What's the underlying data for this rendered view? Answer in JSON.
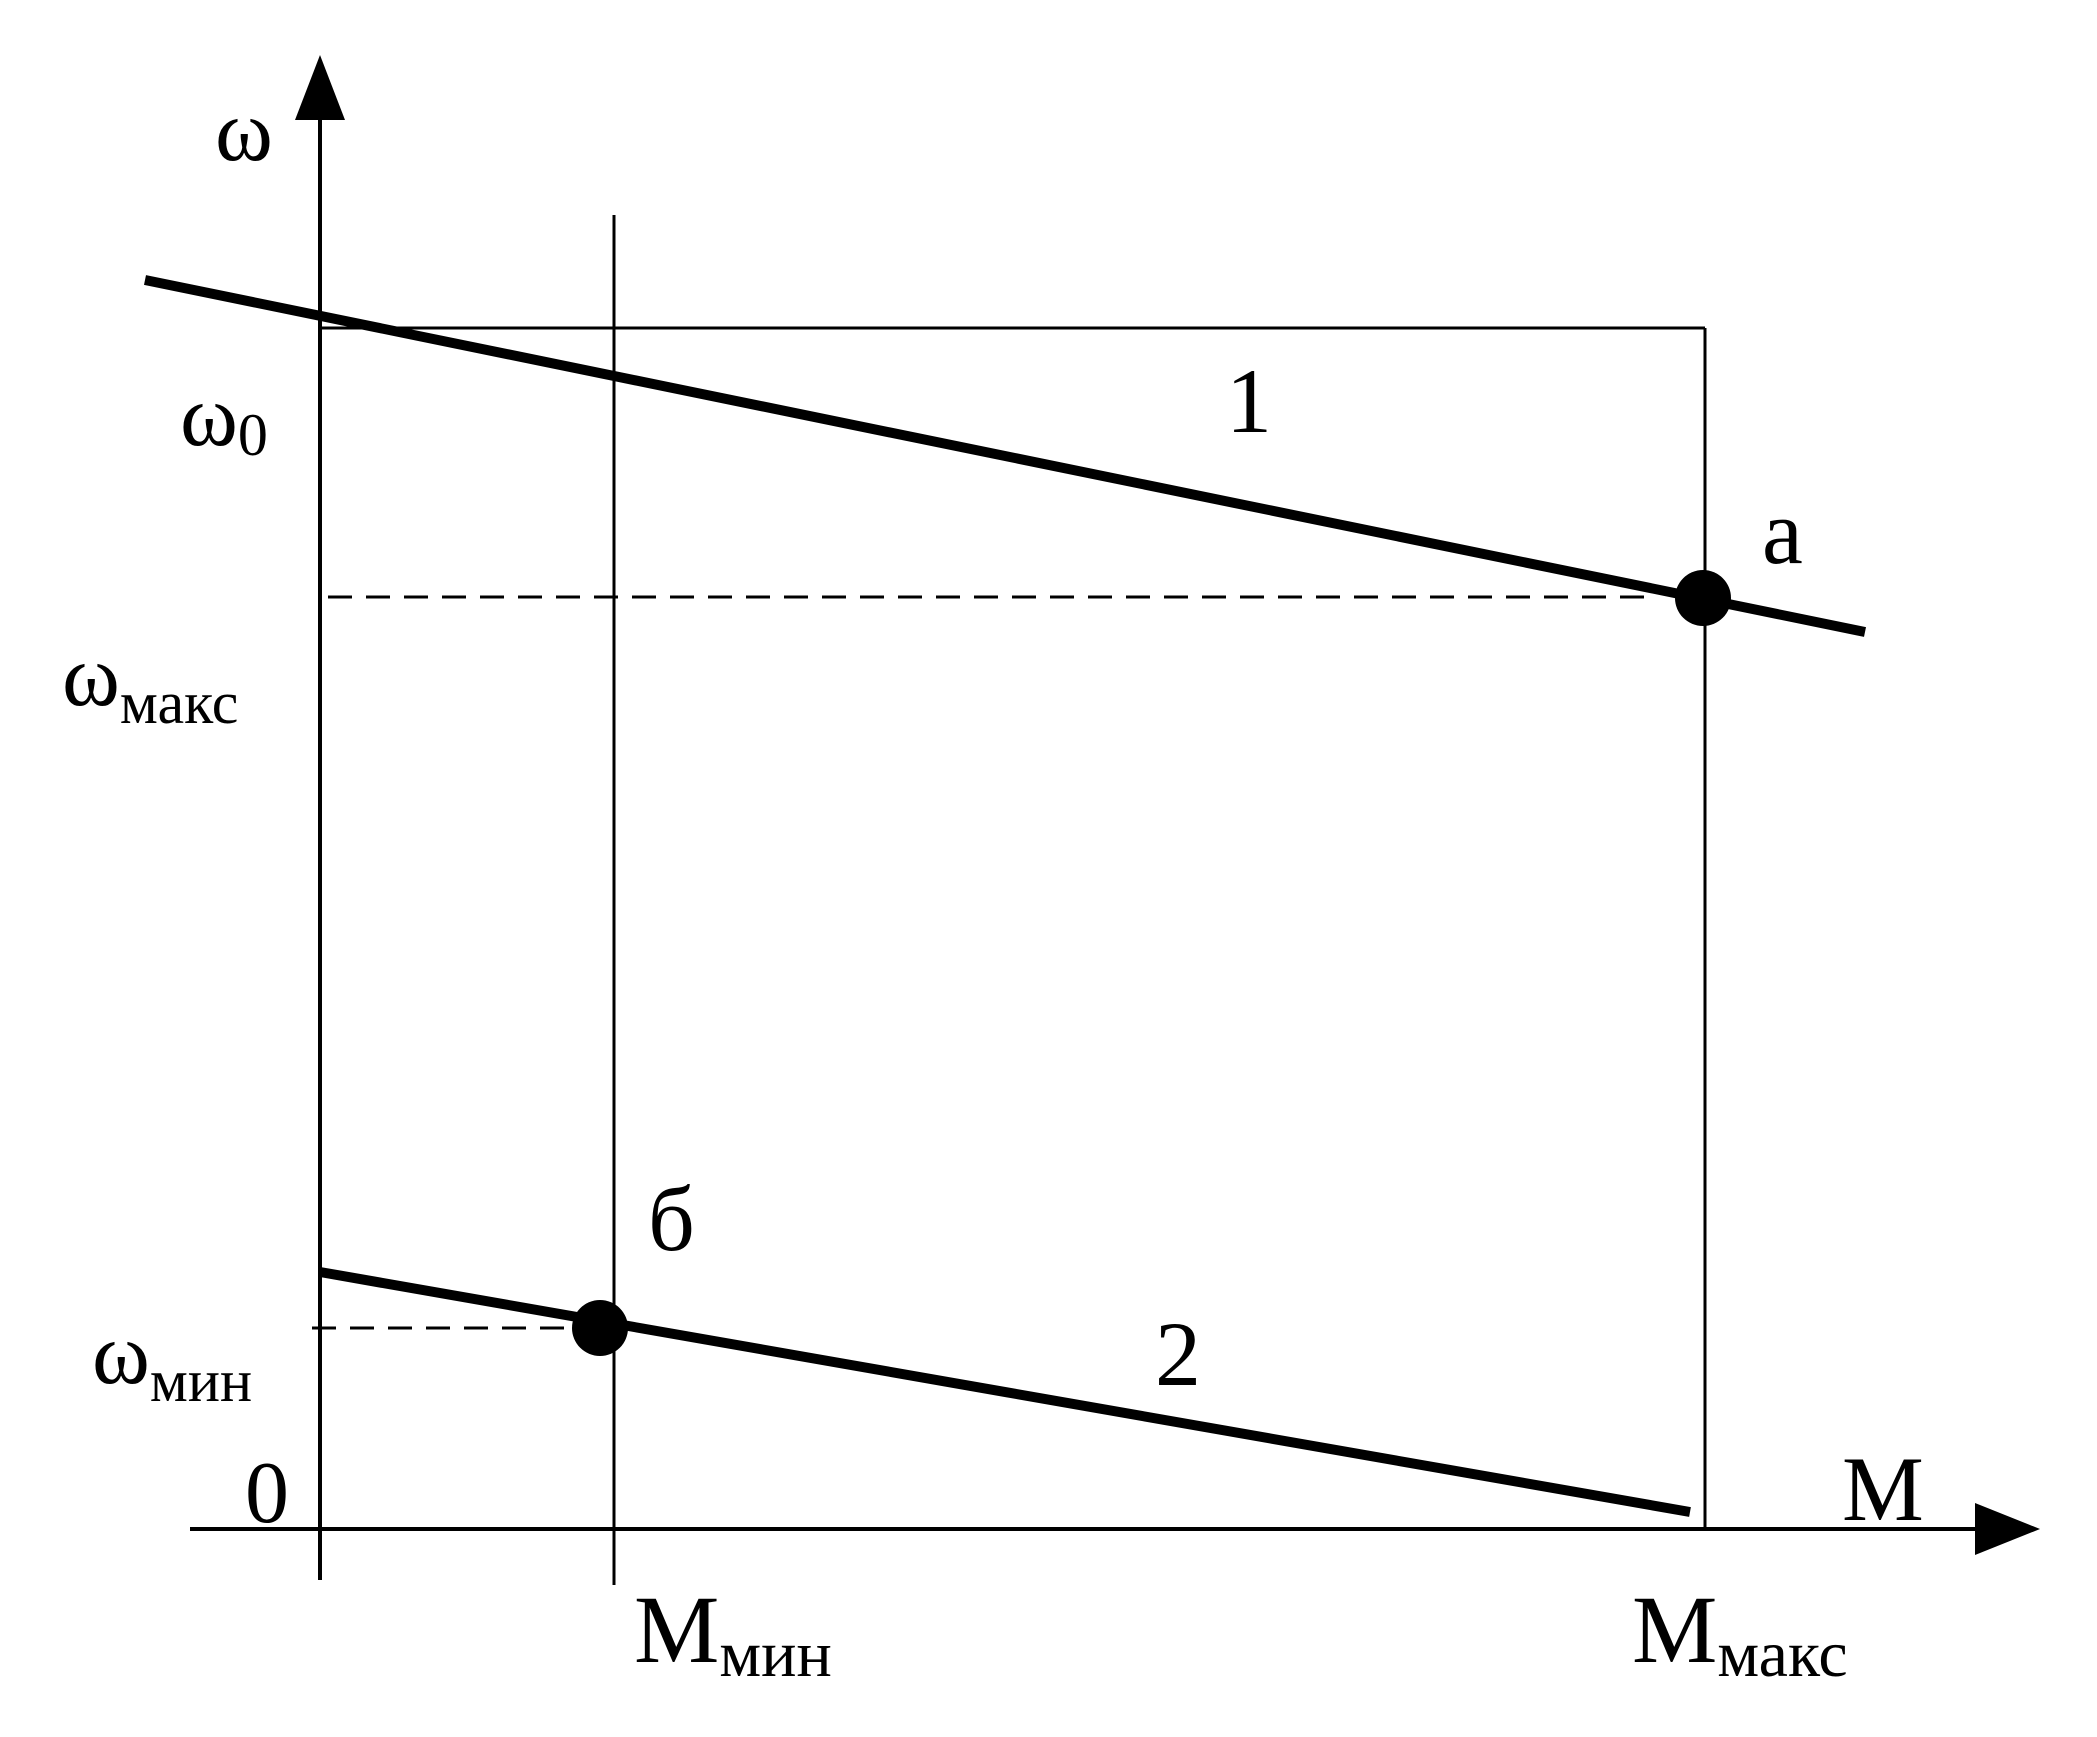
{
  "axes": {
    "y_label": "ω",
    "x_label": "M",
    "origin_label": "0"
  },
  "y_ticks": {
    "omega0": {
      "base": "ω",
      "sub": "0"
    },
    "omega_max": {
      "base": "ω",
      "sub": "макс"
    },
    "omega_min": {
      "base": "ω",
      "sub": "мин"
    }
  },
  "x_ticks": {
    "m_min": {
      "base": "M",
      "sub": "мин"
    },
    "m_max": {
      "base": "M",
      "sub": "макс"
    }
  },
  "curves": {
    "line1_label": "1",
    "line2_label": "2"
  },
  "points": {
    "a_label": "а",
    "b_label": "б"
  },
  "colors": {
    "ink": "#000000",
    "background": "#ffffff"
  }
}
